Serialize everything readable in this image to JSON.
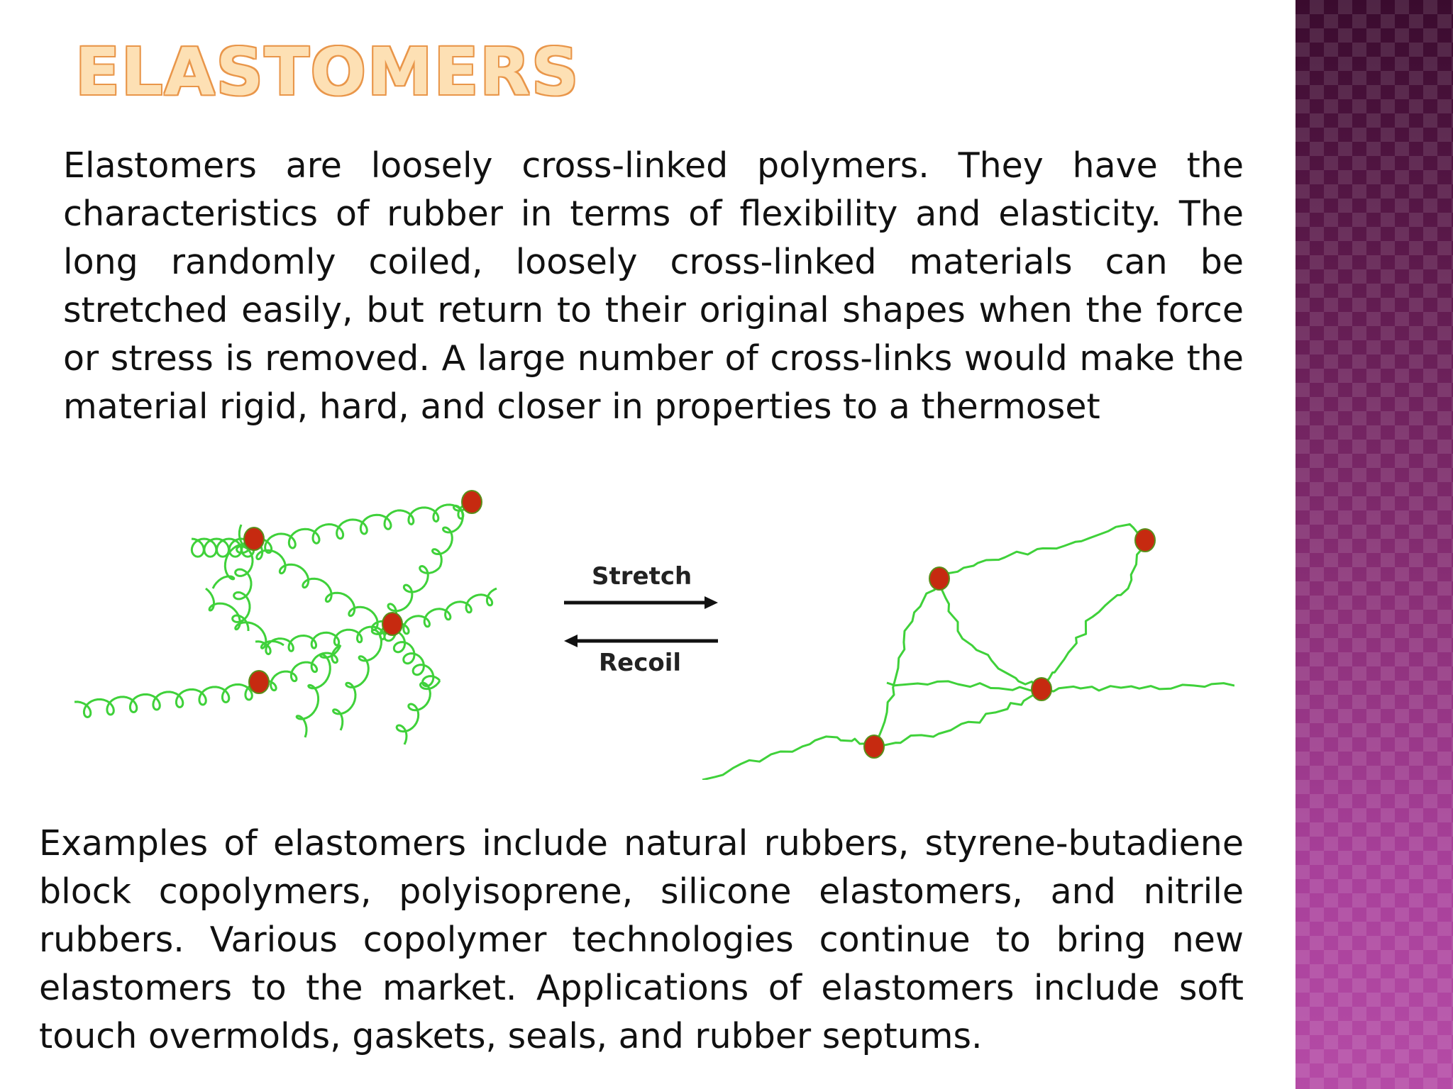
{
  "slide": {
    "title": "ELASTOMERS",
    "paragraph_1": "Elastomers are loosely cross-linked polymers. They have the characteristics of rubber in terms of flexibility and elasticity. The long randomly coiled, loosely cross-linked materials can be stretched easily, but return to their original shapes when the force or stress is removed. A large number of cross-links would make the material rigid, hard, and closer in properties to a thermoset",
    "paragraph_2": "Examples of elastomers include natural rubbers, styrene-butadiene block copolymers, polyisoprene, silicone elastomers, and nitrile rubbers. Various copolymer technologies continue to bring new elastomers to the market. Applications of elastomers include soft touch overmolds, gaskets, seals, and rubber septums."
  },
  "figure": {
    "stretch_label": "Stretch",
    "recoil_label": "Recoil",
    "chain_color": "#3fd13a",
    "crosslink_color": "#c62a10",
    "arrow_color": "#111111"
  },
  "colors": {
    "title_fill": "#fde0b4",
    "title_outline": "#e9964a",
    "side_band_top": "#3a0b2e",
    "side_band_bottom": "#b54ba6"
  }
}
